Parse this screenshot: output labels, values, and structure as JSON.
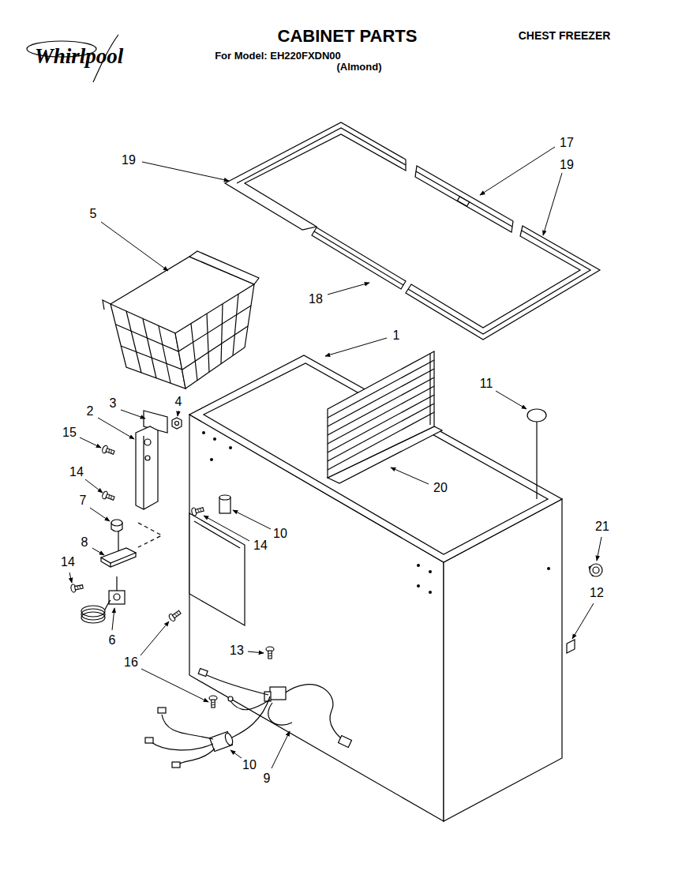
{
  "diagram": {
    "title": "CABINET PARTS",
    "labels": [
      "Whirlpool",
      "For Model: EH220FXDN00",
      "(Almond)",
      "CHEST FREEZER",
      "19",
      "17",
      "19",
      "5",
      "18",
      "1",
      "11",
      "3",
      "4",
      "2",
      "15",
      "20",
      "14",
      "7",
      "10",
      "14",
      "21",
      "8",
      "12",
      "14",
      "6",
      "16",
      "13",
      "10",
      "9"
    ]
  }
}
